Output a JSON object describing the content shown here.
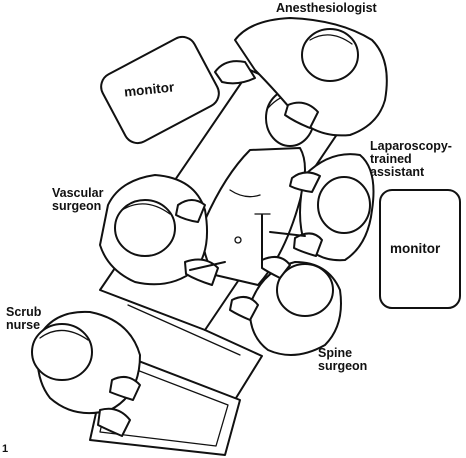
{
  "labels": {
    "anesthesiologist": "Anesthesiologist",
    "laparoscopy_assistant": "Laparoscopy-\ntrained\nassistant",
    "vascular_surgeon": "Vascular\nsurgeon",
    "scrub_nurse": "Scrub\nnurse",
    "spine_surgeon": "Spine\nsurgeon",
    "monitor_left": "monitor",
    "monitor_right": "monitor",
    "figure_number": "1"
  },
  "colors": {
    "ink": "#111111",
    "background": "#ffffff"
  }
}
